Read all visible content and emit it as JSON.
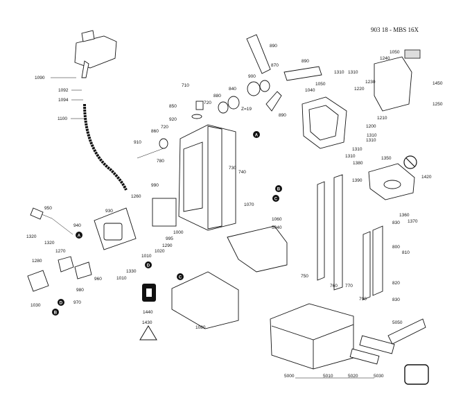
{
  "diagram": {
    "title": "903 18 - MBS 16X",
    "marker_letters": [
      "A",
      "B",
      "C",
      "D"
    ],
    "part_numbers": [
      "1090",
      "1092",
      "1094",
      "1100",
      "950",
      "940",
      "930",
      "920",
      "910",
      "860",
      "850",
      "840",
      "880",
      "890",
      "900",
      "870",
      "710",
      "720",
      "730",
      "740",
      "780",
      "990",
      "1260",
      "1000",
      "1290",
      "1020",
      "1010",
      "995",
      "1330",
      "960",
      "970",
      "980",
      "1270",
      "1320",
      "1280",
      "1030",
      "1050",
      "1040",
      "1240",
      "1230",
      "1220",
      "1210",
      "1200",
      "1310",
      "1370",
      "1350",
      "1380",
      "1390",
      "1360",
      "1420",
      "1450",
      "1250",
      "830",
      "800",
      "810",
      "820",
      "790",
      "770",
      "760",
      "750",
      "1060",
      "5040",
      "1070",
      "1080",
      "1440",
      "1430",
      "5000",
      "5010",
      "5020",
      "5030",
      "5050",
      "Z=19"
    ]
  }
}
